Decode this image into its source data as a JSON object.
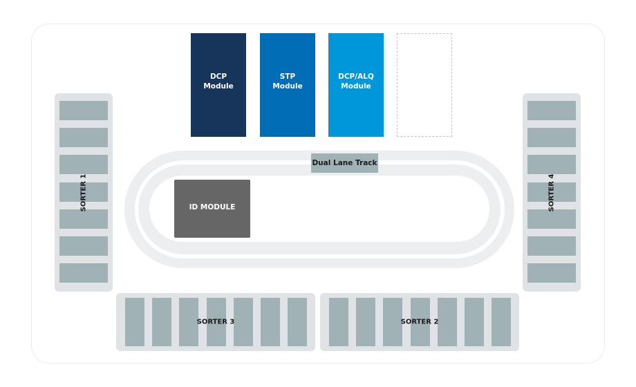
{
  "modules": [
    {
      "label": "DCP\nModule",
      "color": "#17355a"
    },
    {
      "label": "STP\nModule",
      "color": "#006db6"
    },
    {
      "label": "DCP/ALQ\nModule",
      "color": "#0096da"
    },
    {
      "label": "",
      "placeholder": true
    }
  ],
  "track": {
    "label": "Dual Lane Track"
  },
  "id_module": {
    "label": "ID MODULE",
    "color": "#666666"
  },
  "sorters": {
    "sorter1": {
      "label": "SORTER 1",
      "slots": 7
    },
    "sorter2": {
      "label": "SORTER 2",
      "slots": 7
    },
    "sorter3": {
      "label": "SORTER 3",
      "slots": 7
    },
    "sorter4": {
      "label": "SORTER 4",
      "slots": 7
    }
  },
  "colors": {
    "slot": "#a1b2b7",
    "sorter_bg": "#dfe3e6",
    "track": "#edeef0"
  }
}
